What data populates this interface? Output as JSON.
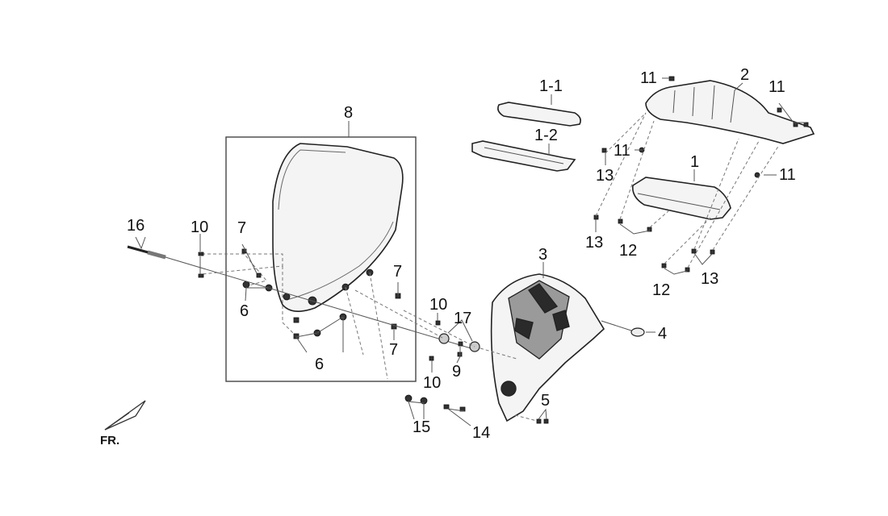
{
  "callouts": {
    "c1_1": "1-1",
    "c1_2": "1-2",
    "c1": "1",
    "c2": "2",
    "c3": "3",
    "c4": "4",
    "c5": "5",
    "c6a": "6",
    "c6b": "6",
    "c7a": "7",
    "c7b": "7",
    "c7c": "7",
    "c8": "8",
    "c9": "9",
    "c10a": "10",
    "c10b": "10",
    "c10c": "10",
    "c11a": "11",
    "c11b": "11",
    "c11c": "11",
    "c11d": "11",
    "c12a": "12",
    "c12b": "12",
    "c13a": "13",
    "c13b": "13",
    "c13c": "13",
    "c14": "14",
    "c15": "15",
    "c16": "16",
    "c17": "17"
  },
  "orientation_label": "FR."
}
